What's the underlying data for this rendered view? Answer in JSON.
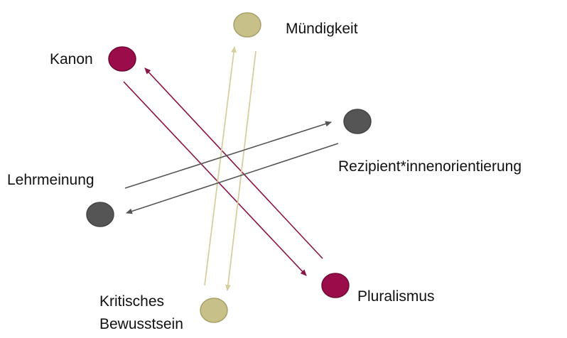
{
  "colors": {
    "crimson": "#9b0d4a",
    "khaki": "#c8c089",
    "khaki_stroke": "#a8a06a",
    "dark_gray": "#555555",
    "dark_gray_stroke": "#444444",
    "line_crimson": "#8a1446",
    "line_khaki": "#d6d0a0",
    "line_gray": "#555555",
    "text": "#111111"
  },
  "nodes": {
    "muendigkeit": {
      "label": "Mündigkeit",
      "color_key": "khaki"
    },
    "kanon": {
      "label": "Kanon",
      "color_key": "crimson"
    },
    "rezipient": {
      "label": "Rezipient*innenorientierung",
      "color_key": "dark_gray"
    },
    "lehrmeinung": {
      "label": "Lehrmeinung",
      "color_key": "dark_gray"
    },
    "pluralismus": {
      "label": "Pluralismus",
      "color_key": "crimson"
    },
    "kritisches": {
      "label_line1": "Kritisches",
      "label_line2": "Bewusstsein",
      "color_key": "khaki"
    }
  },
  "edges": [
    {
      "from": "kanon",
      "to": "pluralismus",
      "color_key": "line_crimson"
    },
    {
      "from": "pluralismus",
      "to": "kanon",
      "color_key": "line_crimson"
    },
    {
      "from": "kritisches",
      "to": "muendigkeit",
      "color_key": "line_khaki"
    },
    {
      "from": "muendigkeit",
      "to": "kritisches",
      "color_key": "line_khaki"
    },
    {
      "from": "lehrmeinung",
      "to": "rezipient",
      "color_key": "line_gray"
    },
    {
      "from": "rezipient",
      "to": "lehrmeinung",
      "color_key": "line_gray"
    }
  ]
}
